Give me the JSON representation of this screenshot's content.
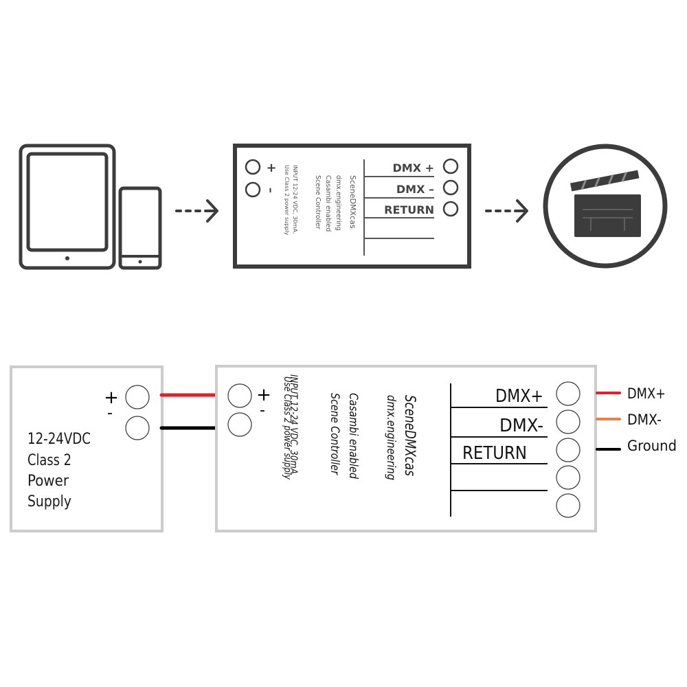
{
  "overview": {
    "devices_icon": "tablet-and-phone-icon",
    "arrow_icon": "dashed-arrow-right-icon",
    "scene_icon": "clapperboard-icon",
    "controller": {
      "power_plus": "+",
      "power_minus": "–",
      "text_lines": [
        "SceneDMXcas",
        "dmx.engineering",
        "Casambi enabled",
        "Scene Controller",
        "INPUT 12-24 VDC, 30mA,",
        "Use Class 2 power supply"
      ],
      "terminals": [
        "DMX +",
        "DMX –",
        "RETURN"
      ]
    }
  },
  "wiring": {
    "power_supply": {
      "label_lines": [
        "12-24VDC",
        "Class 2",
        "Power",
        "Supply"
      ],
      "plus": "+",
      "minus": "-"
    },
    "controller": {
      "plus": "+",
      "minus": "-",
      "text_lines": [
        "SceneDMXcas",
        "dmx.engineering",
        "Casambi enabled",
        "Scene Controller",
        "INPUT 12-24 VDC, 30mA",
        "Use Class 2 power supply"
      ],
      "terminals": [
        "DMX+",
        "DMX-",
        "RETURN"
      ]
    },
    "legend": [
      {
        "label": "DMX+",
        "color": "#e31e24"
      },
      {
        "label": "DMX-",
        "color": "#e8823c"
      },
      {
        "label": "Ground",
        "color": "#000000"
      }
    ],
    "wire_colors": {
      "positive": "#e31e24",
      "negative": "#000000"
    }
  },
  "colors": {
    "icon_dark": "#3c3c3c",
    "box_border": "#cccccc",
    "text": "#1a1a1a"
  }
}
